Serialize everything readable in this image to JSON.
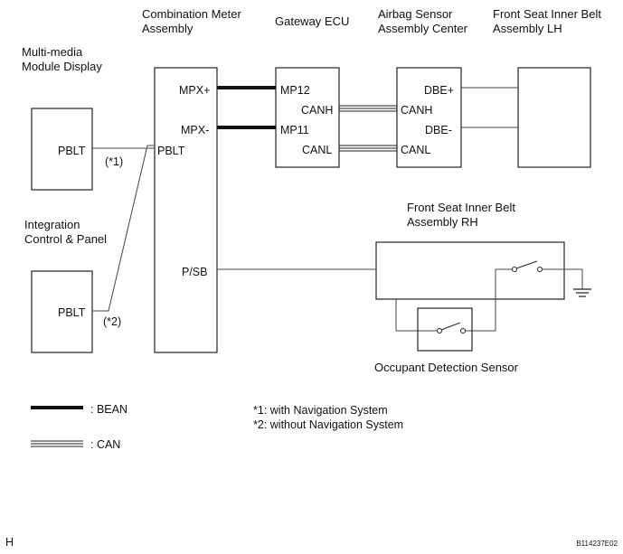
{
  "titles": {
    "combination_meter": [
      "Combination Meter",
      "Assembly"
    ],
    "gateway": [
      "Gateway ECU"
    ],
    "airbag": [
      "Airbag Sensor",
      "Assembly Center"
    ],
    "belt_lh": [
      "Front Seat Inner Belt",
      "Assembly LH"
    ],
    "multimedia": [
      "Multi-media",
      "Module Display"
    ],
    "integration": [
      "Integration",
      "Control & Panel"
    ],
    "belt_rh": [
      "Front Seat Inner Belt",
      "Assembly RH"
    ],
    "occupant": "Occupant Detection Sensor"
  },
  "pins": {
    "mpx_plus": "MPX+",
    "mpx_minus": "MPX-",
    "meter_pblt": "PBLT",
    "psb": "P/SB",
    "mp12": "MP12",
    "mp11": "MP11",
    "gw_canh": "CANH",
    "gw_canl": "CANL",
    "dbe_plus": "DBE+",
    "as_canh": "CANH",
    "dbe_minus": "DBE-",
    "as_canl": "CANL",
    "mm_pblt": "PBLT",
    "icp_pblt": "PBLT"
  },
  "notes": {
    "n1_marker": "(*1)",
    "n2_marker": "(*2)",
    "n1": "*1: with Navigation System",
    "n2": "*2: without Navigation System"
  },
  "legend": {
    "bean": ": BEAN",
    "can": ": CAN"
  },
  "corner": {
    "left": "H",
    "right": "B114237E02"
  }
}
